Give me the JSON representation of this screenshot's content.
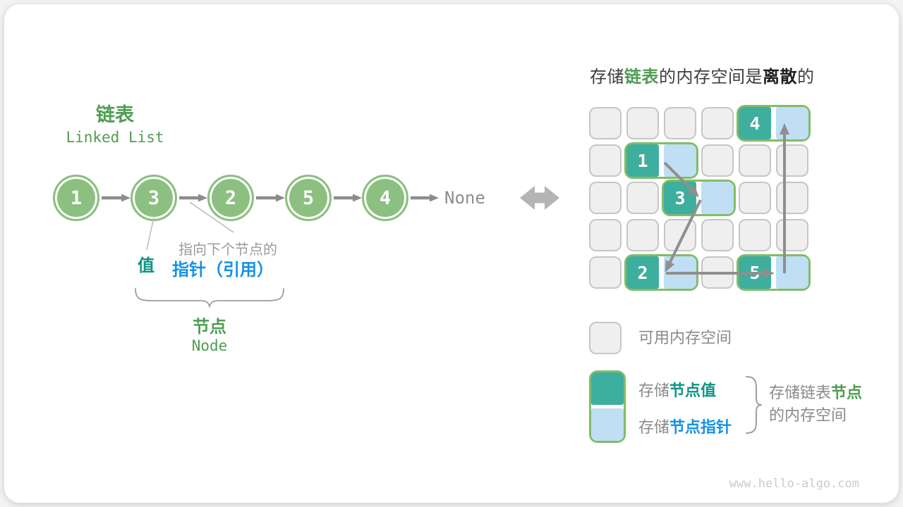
{
  "colors": {
    "node_green": "#8BC080",
    "green_text": "#4F9D52",
    "teal_cell": "#3EAE9E",
    "teal_text": "#0F9485",
    "blue_cell": "#C0DEF4",
    "blue_text": "#1592E6",
    "pair_border": "#82BC66",
    "free_cell_fill": "#EFEFEF",
    "free_cell_border": "#C6C6C6",
    "arrow_gray": "#8C8C8C"
  },
  "left": {
    "title_zh": "链表",
    "title_en": "Linked List",
    "nodes": [
      "1",
      "3",
      "2",
      "5",
      "4"
    ],
    "tail_label": "None",
    "value_label": "值",
    "pointer_caption": "指向下个节点的",
    "pointer_label": "指针（引用）",
    "node_label_zh": "节点",
    "node_label_en": "Node"
  },
  "right": {
    "title": {
      "part1": "存储",
      "part2": "链表",
      "part3": "的内存空间是",
      "part4": "离散",
      "part5": "的"
    },
    "grid": {
      "rows": 5,
      "cols": 6,
      "pairs": [
        {
          "value": "4",
          "row": 0,
          "col": 4
        },
        {
          "value": "1",
          "row": 1,
          "col": 1
        },
        {
          "value": "3",
          "row": 2,
          "col": 2
        },
        {
          "value": "2",
          "row": 4,
          "col": 1
        },
        {
          "value": "5",
          "row": 4,
          "col": 4
        }
      ]
    },
    "legend": {
      "free_label": "可用内存空间",
      "value_prefix": "存储",
      "value_bold": "节点值",
      "pointer_prefix": "存储",
      "pointer_bold": "节点指针",
      "brace_line1_prefix": "存储链表",
      "brace_line1_bold": "节点",
      "brace_line2": "的内存空间"
    }
  },
  "watermark": "www.hello-algo.com"
}
